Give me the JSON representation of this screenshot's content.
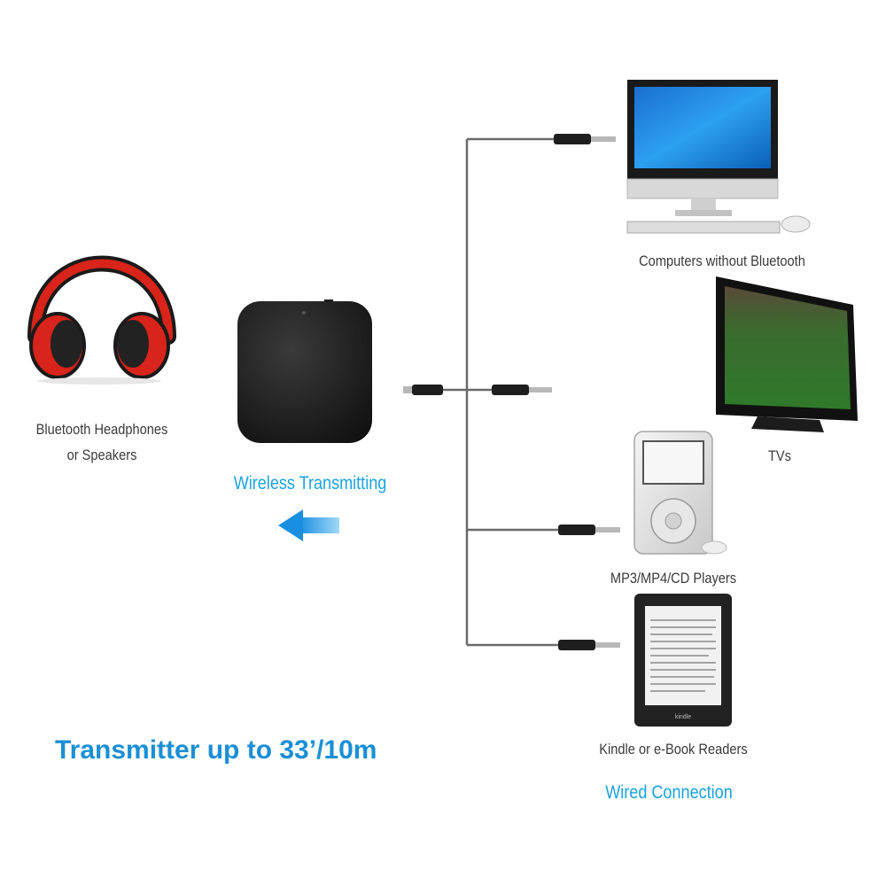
{
  "colors": {
    "accent_blue": "#1aa3e0",
    "headline_blue": "#1a8fd6",
    "cable_gray": "#6a6a6a",
    "label_gray": "#3a3a3a",
    "headphone_red": "#d8241a"
  },
  "left": {
    "headphones_label_line1": "Bluetooth Headphones",
    "headphones_label_line2": "or Speakers",
    "wireless_label": "Wireless Transmitting",
    "arrow_icon": "left-arrow-icon"
  },
  "headline": "Transmitter up to 33’/10m",
  "devices": {
    "computer_label": "Computers without Bluetooth",
    "tv_label": "TVs",
    "mp3_label": "MP3/MP4/CD Players",
    "kindle_label": "Kindle or e-Book Readers",
    "kindle_brand": "kindle"
  },
  "wired_label": "Wired Connection"
}
